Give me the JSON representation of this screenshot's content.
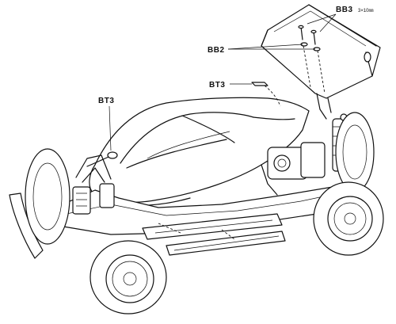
{
  "callouts": {
    "bb3": {
      "code": "BB3",
      "spec": "3×10㎜"
    },
    "bb2": {
      "code": "BB2"
    },
    "bt3_rear": {
      "code": "BT3"
    },
    "bt3_front": {
      "code": "BT3"
    }
  }
}
